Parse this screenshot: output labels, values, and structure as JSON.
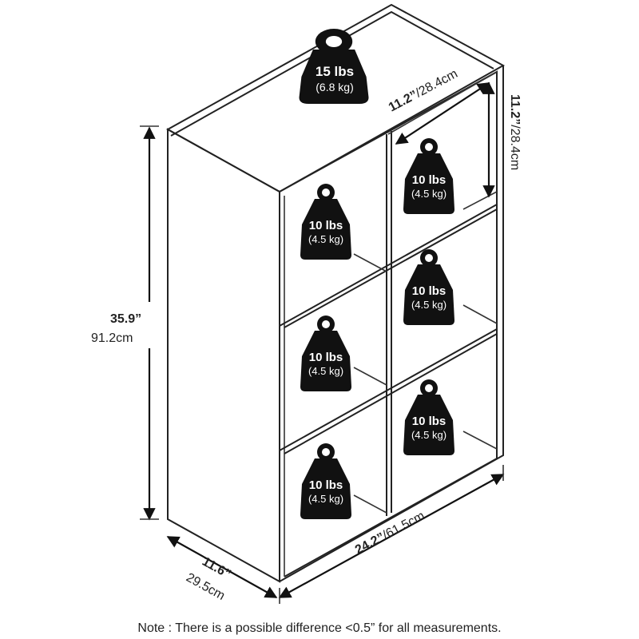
{
  "weights": {
    "top": {
      "lbs": "15 lbs",
      "kg": "(6.8 kg)"
    },
    "cube": {
      "lbs": "10 lbs",
      "kg": "(4.5 kg)"
    }
  },
  "dimensions": {
    "height": {
      "in": "35.9”",
      "cm": "91.2cm"
    },
    "width": {
      "in": "24.2”",
      "cm": "61.5cm"
    },
    "depth": {
      "in": "11.6”",
      "cm": "29.5cm"
    },
    "cube_width": {
      "in": "11.2”",
      "cm": "28.4cm"
    },
    "cube_height": {
      "in": "11.2”",
      "cm": "28.4cm"
    }
  },
  "note": "Note : There is a possible difference <0.5” for all measurements."
}
